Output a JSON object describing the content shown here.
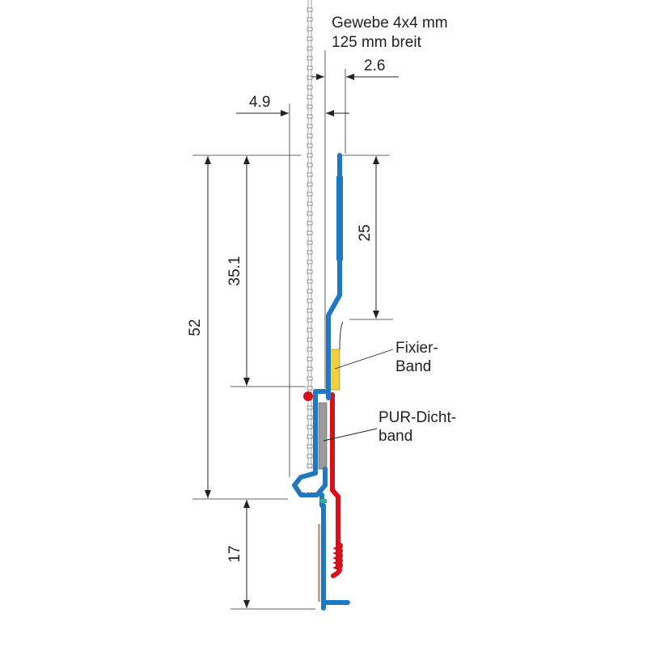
{
  "labels": {
    "mesh_line1": "Gewebe 4x4 mm",
    "mesh_line2": "125 mm breit",
    "fix_line1": "Fixier-",
    "fix_line2": "Band",
    "pur_line1": "PUR-Dicht-",
    "pur_line2": "band"
  },
  "dimensions": {
    "d_2_6": "2.6",
    "d_4_9": "4.9",
    "d_52": "52",
    "d_35_1": "35.1",
    "d_25": "25",
    "d_17": "17"
  },
  "colors": {
    "profile": "#1f78c1",
    "seal": "#d8101c",
    "fixing_tape": "#f2d03a",
    "pur_tape": "#9a9a9a",
    "tan_strip": "#c8a87a",
    "green_joint": "#2bb39a"
  }
}
